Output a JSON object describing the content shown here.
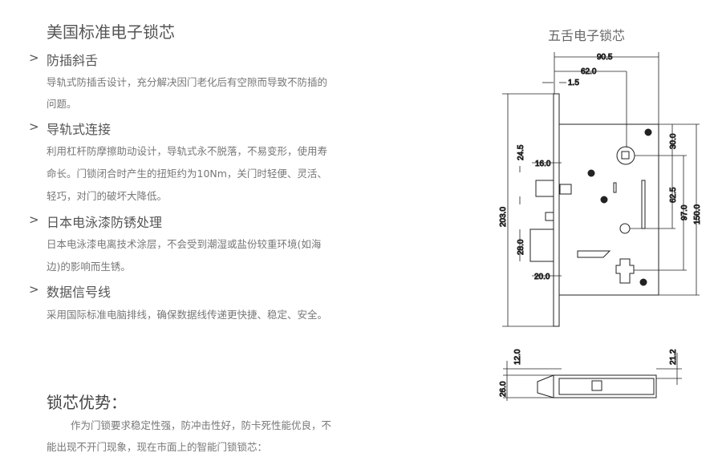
{
  "title": "美国标准电子锁芯",
  "features": [
    {
      "heading": "防插斜舌",
      "lines": [
        "导轨式防插舌设计，充分解决因门老化后有空隙而导致不防插的",
        "问题。"
      ]
    },
    {
      "heading": "导轨式连接",
      "lines": [
        "利用杠杆防摩擦助动设计，导轨式永不脱落，不易变形，使用寿",
        "命长。门锁闭合时产生的扭矩约为10Nm，关门时轻便、灵活、",
        "轻巧，对门的破坏大降低。"
      ]
    },
    {
      "heading": "日本电泳漆防锈处理",
      "lines": [
        "日本电泳漆电离技术涂层，不会受到潮湿或盐份较重环境(如海",
        "边)的影响而生锈。"
      ]
    },
    {
      "heading": "数据信号线",
      "lines": [
        "采用国际标准电脑排线，确保数据线传递更快捷、稳定、安全。"
      ]
    }
  ],
  "advantages": {
    "heading": "锁芯优势：",
    "lines": [
      "作为门锁要求稳定性强，防冲击性好，防卡死性能优良，不",
      "能出现不开门现象，现在市面上的智能门锁锁芯："
    ]
  },
  "diagram": {
    "title": "五舌电子锁芯",
    "dims": {
      "d90_5": "90.5",
      "d62_0": "62.0",
      "d1_5": "1.5",
      "d203_0": "203.0",
      "d24_5": "24.5",
      "d16_0": "16.0",
      "d28_0": "28.0",
      "d20_0": "20.0",
      "d30_0": "30.0",
      "d62_5": "62.5",
      "d97_0": "97.0",
      "d150_0": "150.0",
      "d12_0": "12.0",
      "d26_0": "26.0",
      "d21_2": "21.2"
    }
  }
}
